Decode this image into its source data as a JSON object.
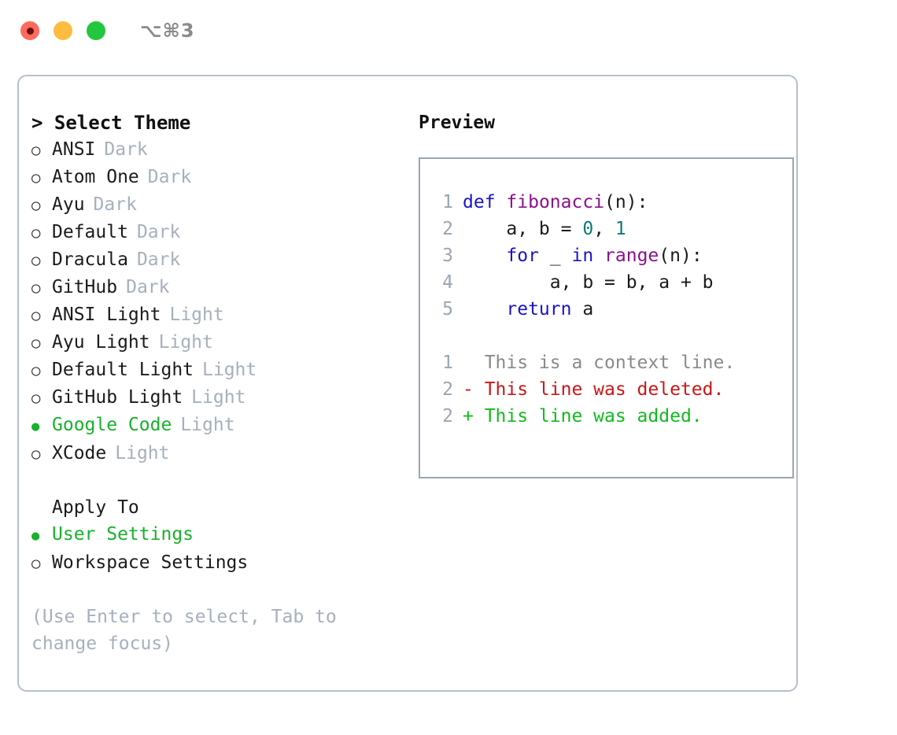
{
  "titlebar": {
    "shortcut": "⌥⌘3",
    "lights": [
      {
        "name": "close",
        "color": "#fd6a5e"
      },
      {
        "name": "minimize",
        "color": "#fdbc40"
      },
      {
        "name": "maximize",
        "color": "#23c73f"
      }
    ]
  },
  "theme_picker": {
    "heading": "> Select Theme",
    "items": [
      {
        "bullet": "○",
        "name": "ANSI",
        "tag": "Dark",
        "selected": false
      },
      {
        "bullet": "○",
        "name": "Atom One",
        "tag": "Dark",
        "selected": false
      },
      {
        "bullet": "○",
        "name": "Ayu",
        "tag": "Dark",
        "selected": false
      },
      {
        "bullet": "○",
        "name": "Default",
        "tag": "Dark",
        "selected": false
      },
      {
        "bullet": "○",
        "name": "Dracula",
        "tag": "Dark",
        "selected": false
      },
      {
        "bullet": "○",
        "name": "GitHub",
        "tag": "Dark",
        "selected": false
      },
      {
        "bullet": "○",
        "name": "ANSI Light",
        "tag": "Light",
        "selected": false
      },
      {
        "bullet": "○",
        "name": "Ayu Light",
        "tag": "Light",
        "selected": false
      },
      {
        "bullet": "○",
        "name": "Default Light",
        "tag": "Light",
        "selected": false
      },
      {
        "bullet": "○",
        "name": "GitHub Light",
        "tag": "Light",
        "selected": false
      },
      {
        "bullet": "●",
        "name": "Google Code",
        "tag": "Light",
        "selected": true
      },
      {
        "bullet": "○",
        "name": "XCode",
        "tag": "Light",
        "selected": false
      }
    ]
  },
  "apply_to": {
    "heading": "Apply To",
    "items": [
      {
        "bullet": "●",
        "name": "User Settings",
        "selected": true
      },
      {
        "bullet": "○",
        "name": "Workspace Settings",
        "selected": false
      }
    ]
  },
  "hint": "(Use Enter to select, Tab to change focus)",
  "preview": {
    "title": "Preview",
    "code_lines": [
      {
        "no": "1",
        "tokens": [
          {
            "t": "def",
            "c": "kw"
          },
          {
            "t": " ",
            "c": "plain"
          },
          {
            "t": "fibonacci",
            "c": "fn"
          },
          {
            "t": "(n):",
            "c": "plain"
          }
        ]
      },
      {
        "no": "2",
        "tokens": [
          {
            "t": "    a, b = ",
            "c": "plain"
          },
          {
            "t": "0",
            "c": "num"
          },
          {
            "t": ", ",
            "c": "plain"
          },
          {
            "t": "1",
            "c": "num"
          }
        ]
      },
      {
        "no": "3",
        "tokens": [
          {
            "t": "    ",
            "c": "plain"
          },
          {
            "t": "for",
            "c": "kw"
          },
          {
            "t": " _ ",
            "c": "plain"
          },
          {
            "t": "in",
            "c": "kw"
          },
          {
            "t": " ",
            "c": "plain"
          },
          {
            "t": "range",
            "c": "fn"
          },
          {
            "t": "(n):",
            "c": "plain"
          }
        ]
      },
      {
        "no": "4",
        "tokens": [
          {
            "t": "        a, b = b, a + b",
            "c": "plain"
          }
        ]
      },
      {
        "no": "5",
        "tokens": [
          {
            "t": "    ",
            "c": "plain"
          },
          {
            "t": "return",
            "c": "kw"
          },
          {
            "t": " a",
            "c": "plain"
          }
        ]
      }
    ],
    "diff_lines": [
      {
        "no": "1",
        "kind": "ctx",
        "text": "  This is a context line."
      },
      {
        "no": "2",
        "kind": "del",
        "text": "- This line was deleted."
      },
      {
        "no": "2",
        "kind": "add",
        "text": "+ This line was added."
      }
    ]
  },
  "colors": {
    "accent_green": "#17b12b",
    "tag_gray": "#a6b0bd",
    "keyword_blue": "#1a14c9",
    "function_purple": "#8c108c",
    "number_teal": "#0b7b73",
    "diff_delete_red": "#cc1616",
    "diff_add_green": "#11bb1f",
    "panel_border": "#b6bfca"
  }
}
